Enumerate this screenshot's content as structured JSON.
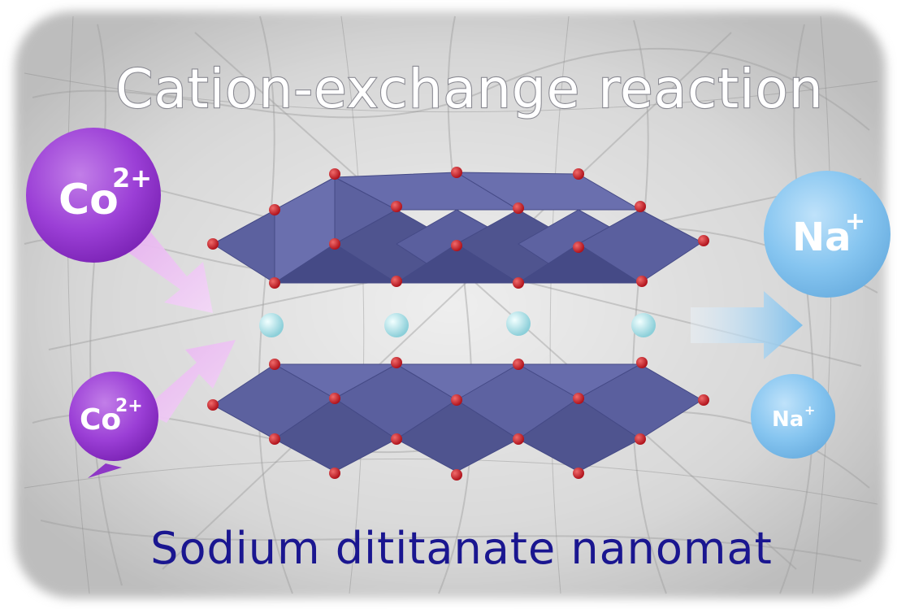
{
  "title": "Cation-exchange reaction",
  "caption": "Sodium dititanate nanomat",
  "ions_in": [
    {
      "element": "Co",
      "charge": "2+"
    },
    {
      "element": "Co",
      "charge": "2+"
    }
  ],
  "ions_out": [
    {
      "element": "Na",
      "charge": "+"
    },
    {
      "element": "Na",
      "charge": "+"
    }
  ],
  "colors": {
    "cobalt_ion": "#9b3fd6",
    "sodium_ion": "#7fc2ee",
    "octahedron": "#5a5f9e",
    "oxygen": "#c8202a",
    "interlayer_cation": "#a9dce6",
    "caption": "#1a1690"
  }
}
